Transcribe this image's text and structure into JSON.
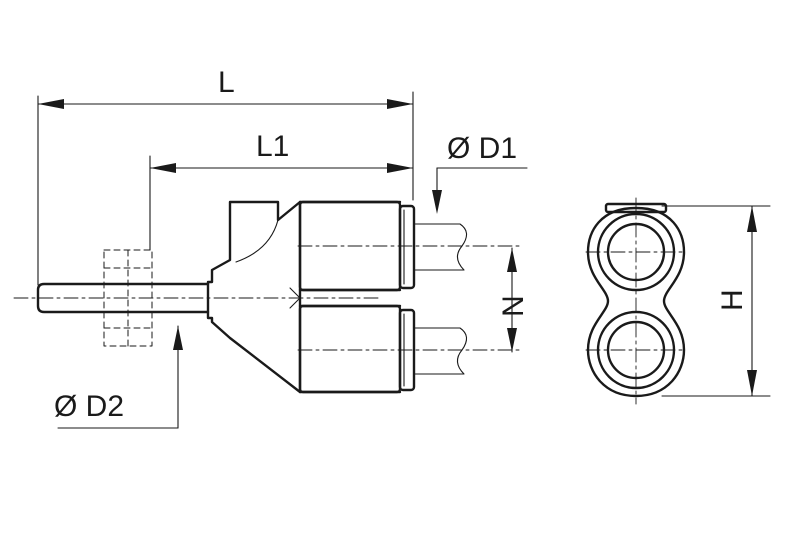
{
  "labels": {
    "L": "L",
    "L1": "L1",
    "D1": "Ø D1",
    "D2": "Ø D2",
    "N": "N",
    "H": "H"
  },
  "colors": {
    "line": "#1a1a1a",
    "background": "#ffffff"
  }
}
